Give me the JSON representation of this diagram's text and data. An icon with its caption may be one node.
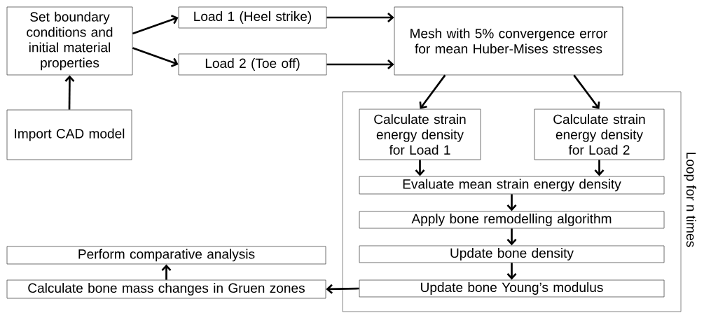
{
  "diagram": {
    "nodes": [
      {
        "text": [
          "Set boundary conditions and initial material properties"
        ]
      },
      {
        "text": [
          "Load 1 (Heel strike)"
        ]
      },
      {
        "text": [
          "Load 2 (Toe off)"
        ]
      },
      {
        "text": [
          "Mesh with 5% convergence error for mean Huber-Mises stresses"
        ]
      },
      {
        "text": [
          "Import CAD model"
        ]
      },
      {
        "text": [
          "Loop for n times"
        ]
      },
      {
        "text": [
          "Calculate strain energy density for Load 1"
        ],
        "in": 5
      },
      {
        "text": [
          "Calculate strain energy density for Load 2"
        ],
        "in": 5
      },
      {
        "text": [
          "Evaluate mean strain energy density"
        ],
        "in": 5
      },
      {
        "text": [
          "Apply bone remodelling algorithm"
        ],
        "in": 5
      },
      {
        "text": [
          "Update bone density"
        ],
        "in": 5
      },
      {
        "text": [
          "Update bone Young’s modulus"
        ],
        "in": 5
      },
      {
        "text": [
          "Perform comparative analysis"
        ]
      },
      {
        "text": [
          "Calculate bone mass changes in Gruen zones"
        ]
      }
    ],
    "edges": [
      {
        "from": 4,
        "to": 0,
        "arrow": "to"
      },
      {
        "from": 0,
        "to": 1,
        "arrow": "to"
      },
      {
        "from": 0,
        "to": 2,
        "arrow": "to"
      },
      {
        "from": 1,
        "to": 3,
        "arrow": "to"
      },
      {
        "from": 2,
        "to": 3,
        "arrow": "to"
      },
      {
        "from": 3,
        "to": 6,
        "arrow": "to"
      },
      {
        "from": 3,
        "to": 7,
        "arrow": "to"
      },
      {
        "from": 6,
        "to": 8,
        "arrow": "to"
      },
      {
        "from": 7,
        "to": 8,
        "arrow": "to"
      },
      {
        "from": 8,
        "to": 9,
        "arrow": "to"
      },
      {
        "from": 9,
        "to": 10,
        "arrow": "to"
      },
      {
        "from": 10,
        "to": 11,
        "arrow": "to"
      },
      {
        "from": 11,
        "to": 13,
        "arrow": "to"
      },
      {
        "from": 13,
        "to": 12,
        "arrow": "to"
      }
    ]
  }
}
